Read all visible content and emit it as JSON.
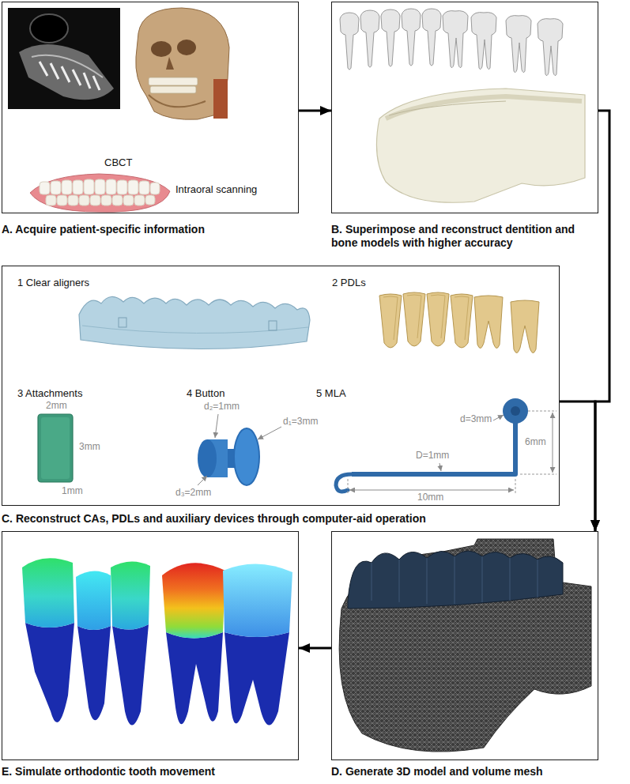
{
  "diagram": {
    "nodes": [
      {
        "text": [
          "A. Acquire patient-specific information"
        ]
      },
      {
        "text": [
          "B. Superimpose and reconstruct dentition and bone models with higher accuracy"
        ]
      },
      {
        "text": [
          "C. Reconstruct CAs, PDLs and auxiliary devices through computer-aid operation"
        ]
      },
      {
        "text": [
          "E. Simulate orthodontic tooth movement"
        ]
      },
      {
        "text": [
          "D. Generate 3D model and volume mesh"
        ]
      }
    ],
    "edges": [
      {
        "from": 0,
        "to": 1,
        "arrow": "to"
      },
      {
        "from": 1,
        "to": 4,
        "arrow": "to"
      },
      {
        "from": 2,
        "to": 4,
        "arrow": "to"
      },
      {
        "from": 4,
        "to": 3,
        "arrow": "to"
      }
    ],
    "labels": [
      "CBCT",
      "Intraoral scanning",
      "1 Clear aligners",
      "2 PDLs",
      "3 Attachments",
      "2mm",
      "3mm",
      "1mm",
      "4 Button",
      "d₂=1mm",
      "d₁=3mm",
      "d₃=2mm",
      "5 MLA",
      "d=3mm",
      "6mm",
      "D=1mm",
      "10mm"
    ]
  }
}
